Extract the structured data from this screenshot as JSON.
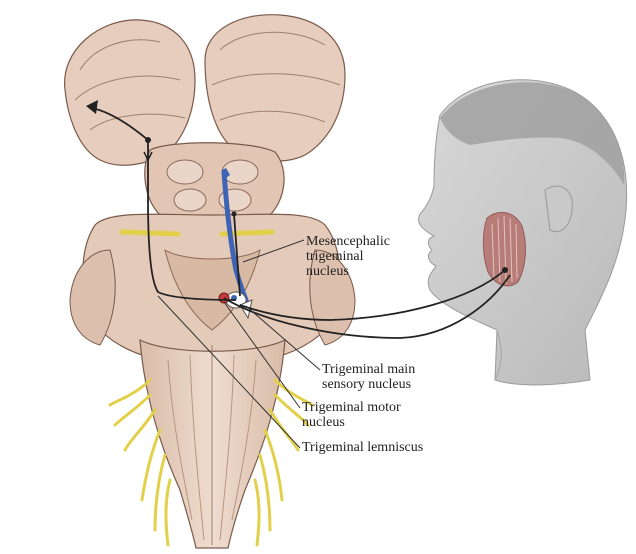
{
  "labels": {
    "mesencephalic": "Mesencephalic\ntrigeminal\nnucleus",
    "main_sensory": "Trigeminal main\nsensory nucleus",
    "motor": "Trigeminal motor\nnucleus",
    "lemniscus": "Trigeminal lemniscus"
  },
  "colors": {
    "brainstem_fill": "#e9d2c2",
    "brainstem_shade": "#cfb09a",
    "outline": "#7a5a4a",
    "nerve_yellow": "#e3d04a",
    "pathway_line": "#222222",
    "mesencephalic_blue": "#3f63b5",
    "motor_red": "#c43a3a",
    "head_gray": "#b8b8b8",
    "masseter": "#b5706a"
  }
}
